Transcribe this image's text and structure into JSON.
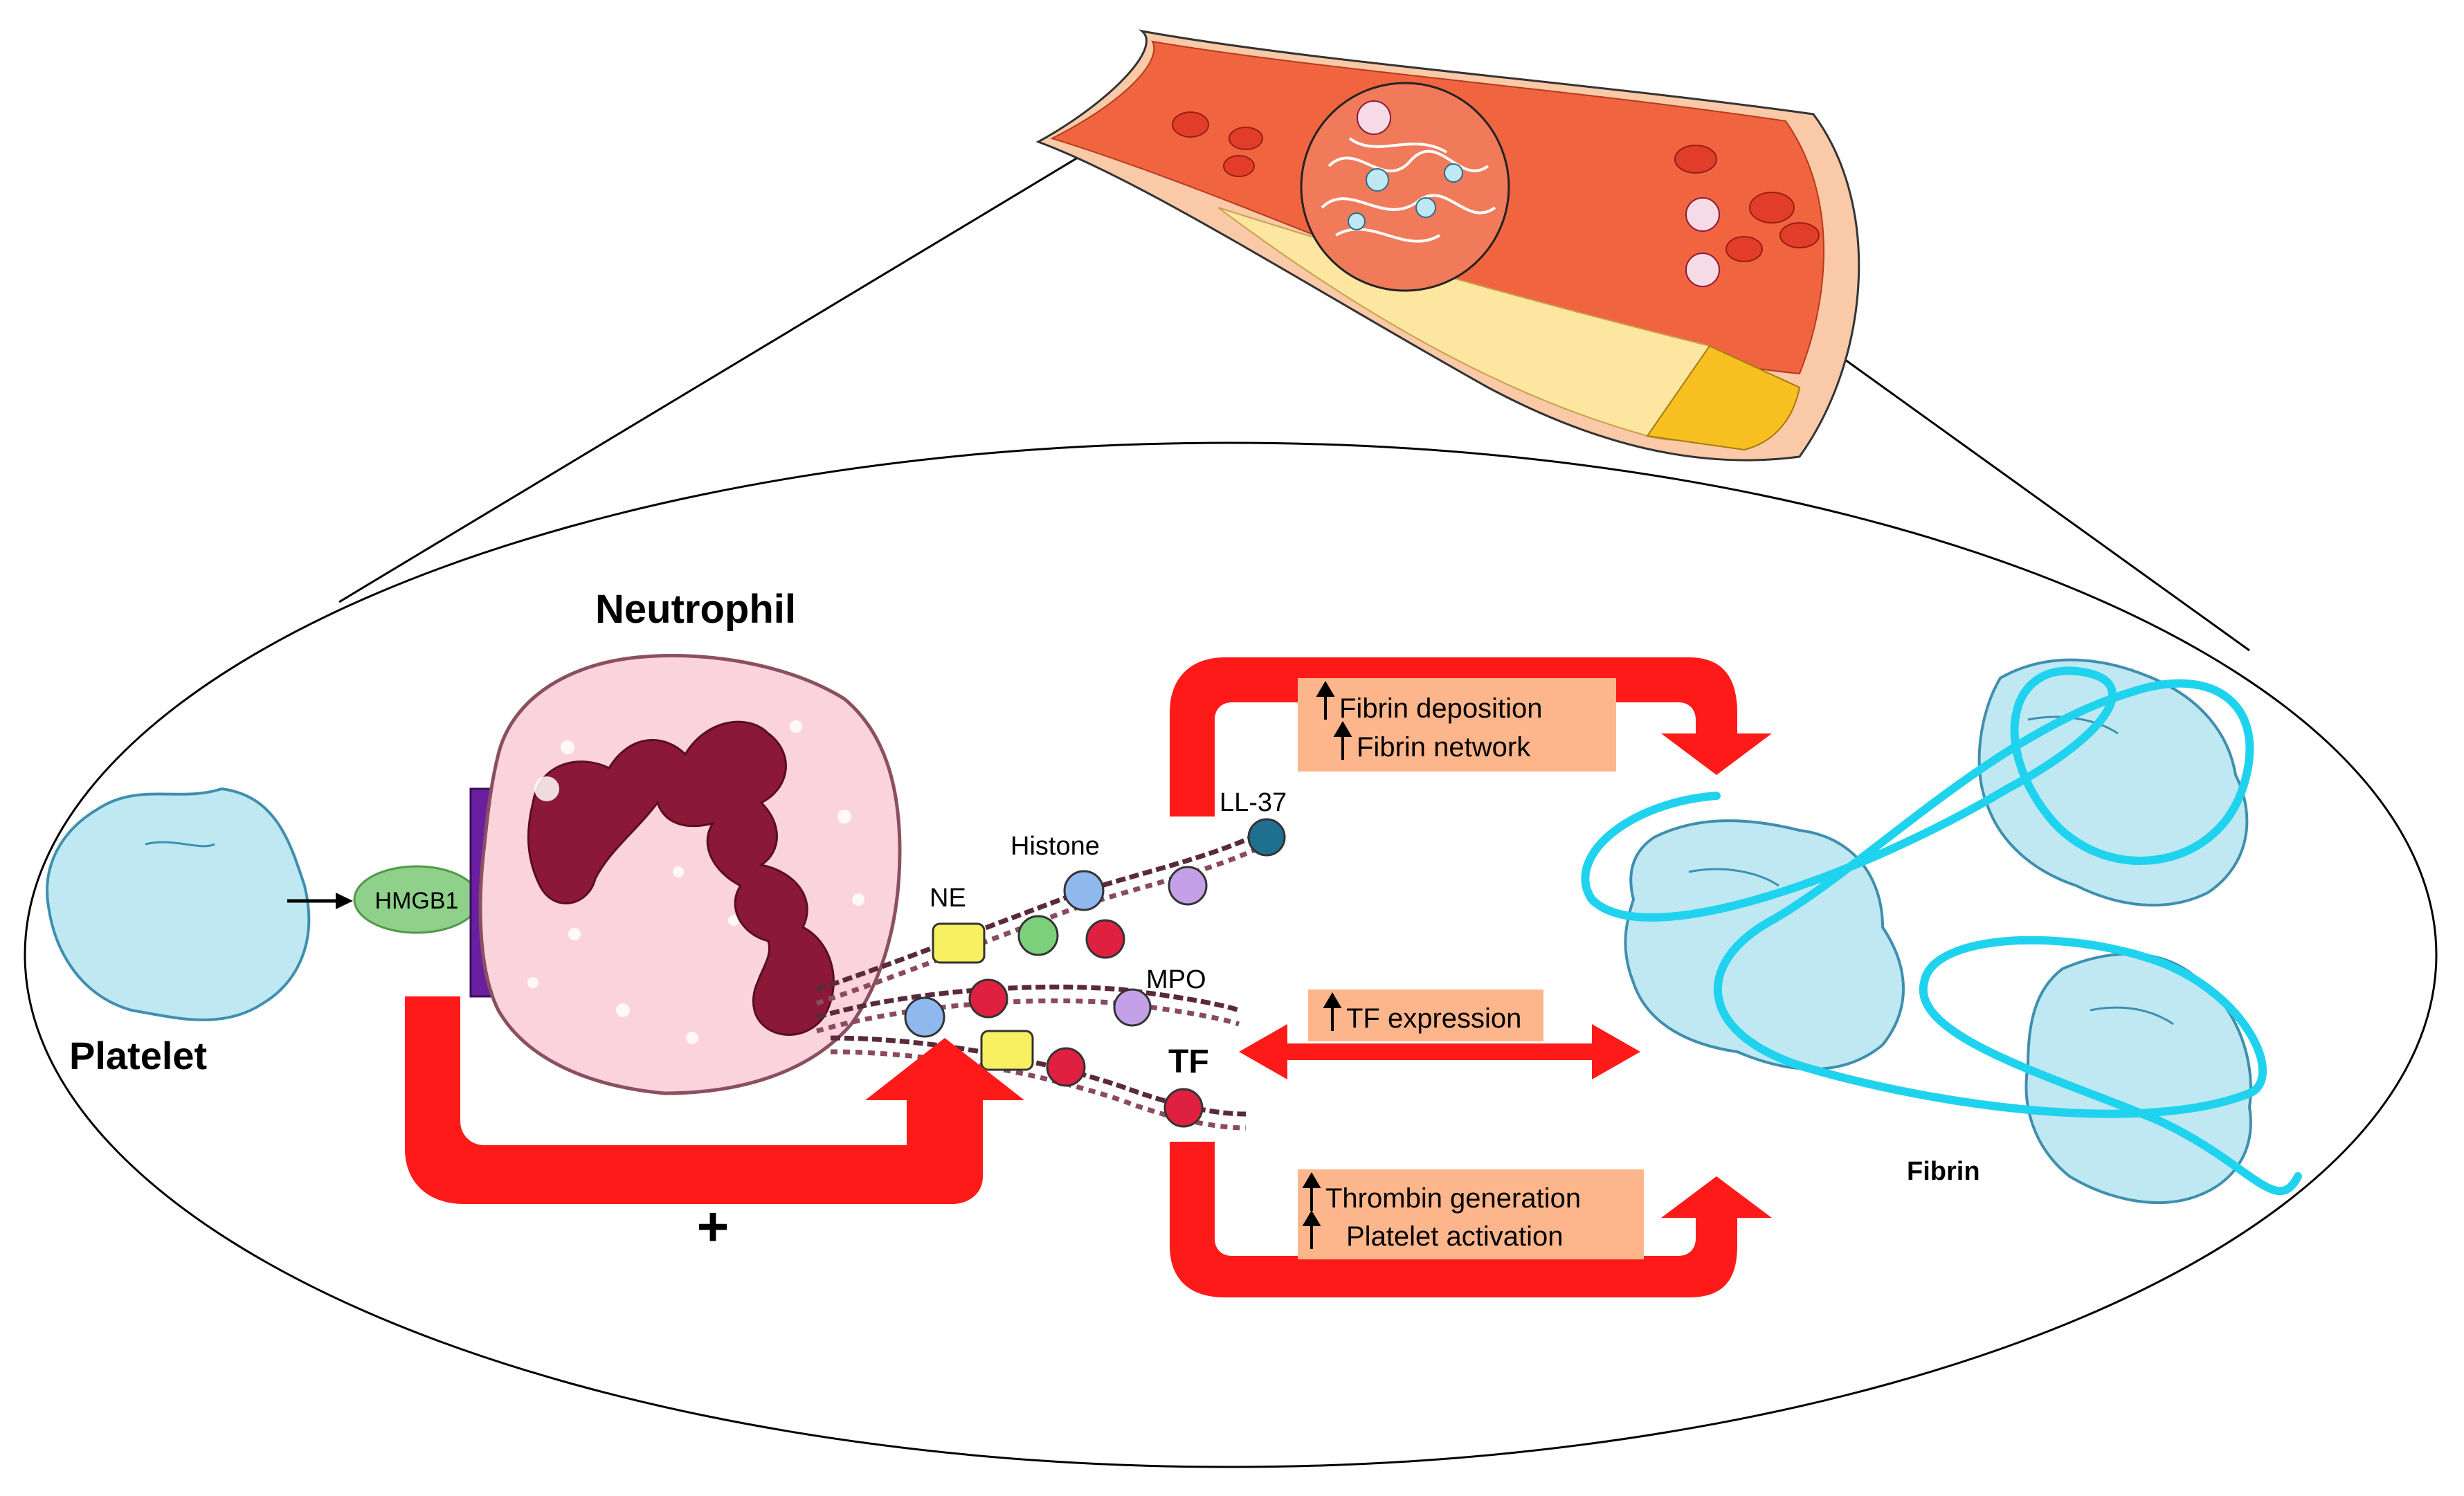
{
  "labels": {
    "neutrophil": "Neutrophil",
    "platelet": "Platelet",
    "hmgb1": "HMGB1",
    "plus": "+",
    "ne": "NE",
    "histone": "Histone",
    "ll37": "LL-37",
    "mpo": "MPO",
    "tf": "TF",
    "fibrin": "Fibrin"
  },
  "boxes": {
    "top_line1": "Fibrin deposition",
    "top_line2": "Fibrin network",
    "mid_line1": "TF expression",
    "bottom_line1": "Thrombin generation",
    "bottom_line2": "Platelet activation"
  },
  "colors": {
    "arrow_red": "#ff1a1a",
    "box_fill": "#fdb68b",
    "platelet_fill": "#bfe8f3",
    "fibrin_cyan": "#1fd3ee",
    "neutrophil_body": "#fbd3dc",
    "nucleus": "#8a1836",
    "hmgb1_green": "#8fd08a",
    "receptor_purple": "#6a1fa0",
    "vessel_red": "#f0653f",
    "plaque_yellow": "#fde6a0"
  }
}
